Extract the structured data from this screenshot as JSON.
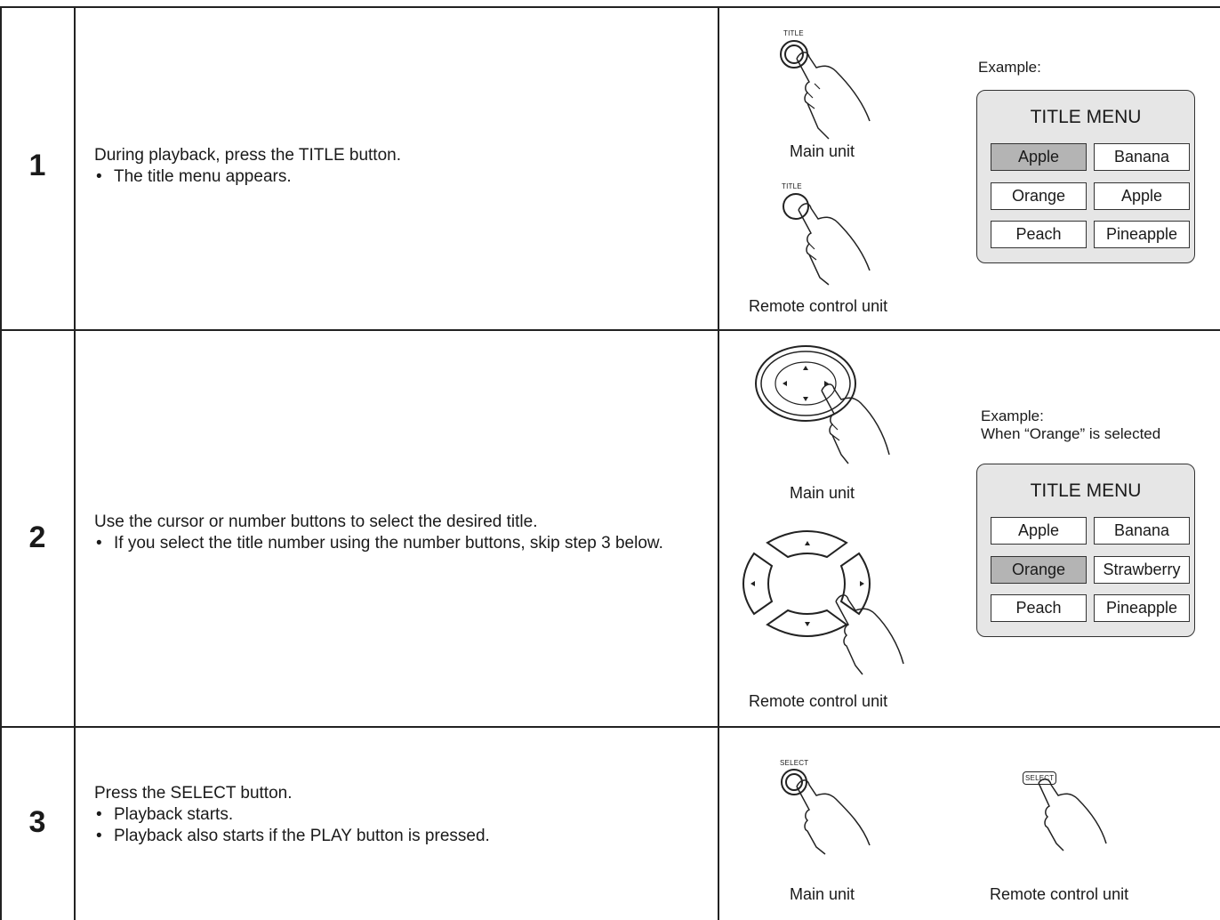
{
  "steps": [
    {
      "number": "1",
      "lines": [
        "During playback, press the TITLE button.",
        "The title menu appears."
      ],
      "main_button_label": "TITLE",
      "remote_button_label": "TITLE",
      "main_caption": "Main unit",
      "remote_caption": "Remote control unit",
      "example_label": "Example:",
      "menu": {
        "title": "TITLE MENU",
        "items": [
          "Apple",
          "Banana",
          "Orange",
          "Apple",
          "Peach",
          "Pineapple"
        ],
        "selected": "Apple"
      }
    },
    {
      "number": "2",
      "lines": [
        "Use the cursor or number buttons to select the desired title.",
        "If you select the title number using the number buttons, skip step 3 below."
      ],
      "main_caption": "Main unit",
      "remote_caption": "Remote control unit",
      "example_label": "Example:",
      "example_note": "When “Orange” is selected",
      "menu": {
        "title": "TITLE MENU",
        "items": [
          "Apple",
          "Banana",
          "Orange",
          "Strawberry",
          "Peach",
          "Pineapple"
        ],
        "selected": "Orange"
      }
    },
    {
      "number": "3",
      "lines": [
        "Press the SELECT button.",
        "Playback starts.",
        "Playback also starts if the PLAY button is pressed."
      ],
      "main_button_label": "SELECT",
      "remote_button_label": "SELECT",
      "main_caption": "Main unit",
      "remote_caption": "Remote control unit"
    }
  ]
}
